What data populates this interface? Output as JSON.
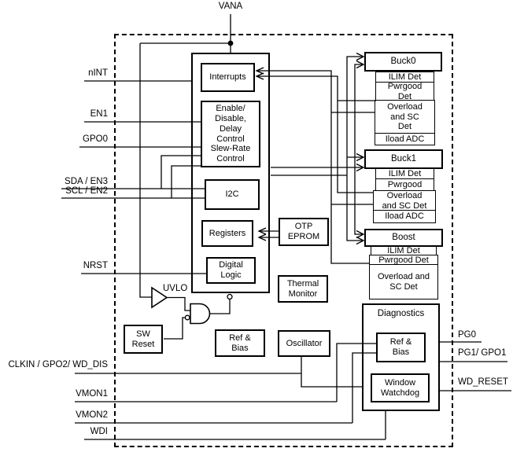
{
  "pins": {
    "top": "VANA",
    "left": [
      "nINT",
      "EN1",
      "GPO0",
      "SDA / EN3",
      "SCL / EN2",
      "NRST",
      "CLKIN / GPO2/ WD_DIS",
      "VMON1",
      "VMON2",
      "WDI"
    ],
    "right": [
      "PG0",
      "PG1/ GPO1",
      "WD_RESET"
    ]
  },
  "core": {
    "interrupts": "Interrupts",
    "enable": "Enable/\nDisable,\nDelay\nControl\nSlew-Rate\nControl",
    "i2c": "I2C",
    "registers": "Registers",
    "digital_logic": "Digital\nLogic"
  },
  "analog": {
    "uvlo": "UVLO",
    "sw_reset": "SW\nReset",
    "ref_bias": "Ref &\nBias",
    "oscillator": "Oscillator",
    "otp_eprom": "OTP\nEPROM",
    "thermal_monitor": "Thermal\nMonitor"
  },
  "rails": {
    "buck0": {
      "title": "Buck0",
      "ilim": "ILIM Det",
      "pwrgood": "Pwrgood\nDet",
      "overload": "Overload\nand SC\nDet",
      "iload": "Iload ADC"
    },
    "buck1": {
      "title": "Buck1",
      "ilim": "ILIM Det",
      "pwrgood": "Pwrgood",
      "overload": "Overload\nand SC Det",
      "iload": "Iload ADC"
    },
    "boost": {
      "title": "Boost",
      "ilim": "ILIM Det",
      "pwrgood": "Pwrgood Det",
      "overload": "Overload and\nSC Det"
    }
  },
  "diagnostics": {
    "title": "Diagnostics",
    "ref_bias": "Ref &\nBias",
    "window_watchdog": "Window\nWatchdog"
  }
}
